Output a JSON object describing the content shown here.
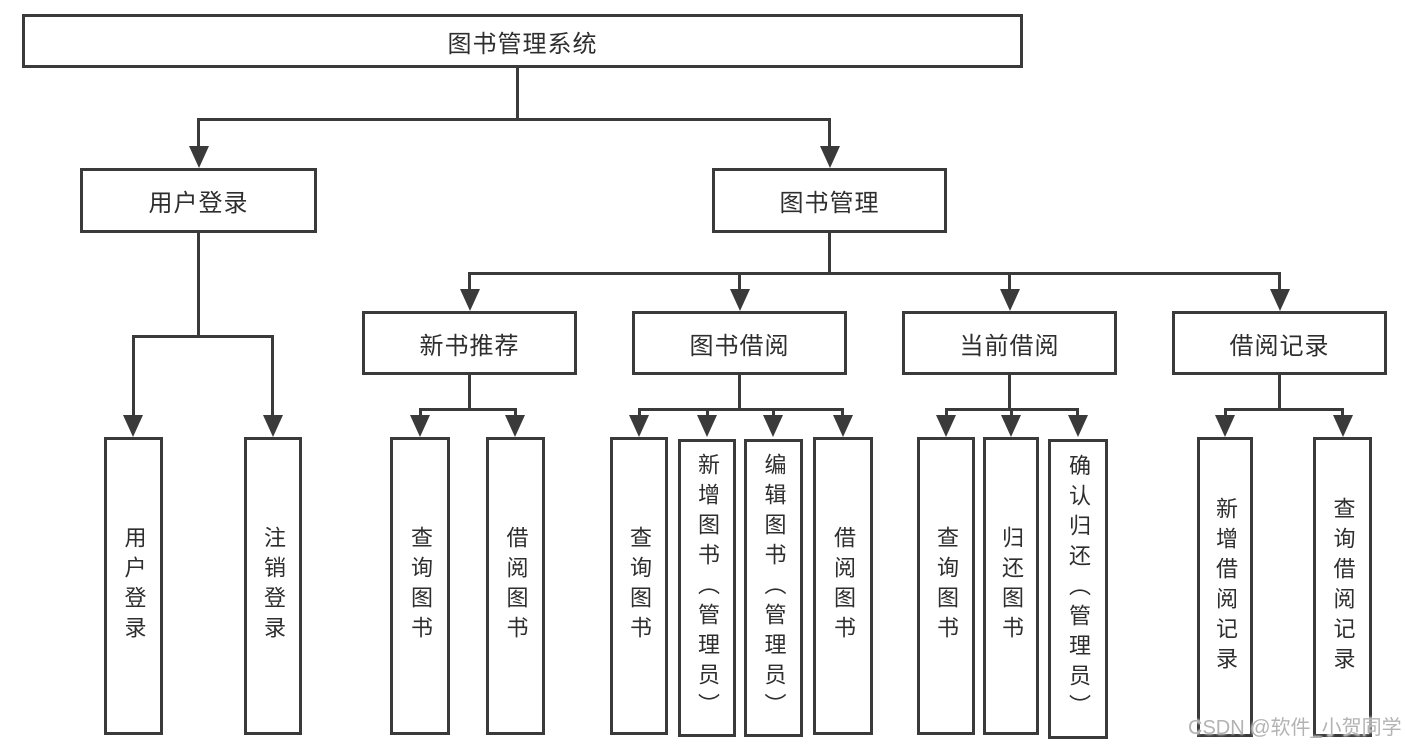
{
  "diagram": {
    "type": "hierarchy-tree",
    "tree": {
      "root": {
        "label": "图书管理系统"
      },
      "branches": [
        {
          "label": "用户登录",
          "leaves": [
            "用户登录",
            "注销登录"
          ]
        },
        {
          "label": "图书管理",
          "groups": [
            {
              "label": "新书推荐",
              "leaves": [
                "查询图书",
                "借阅图书"
              ]
            },
            {
              "label": "图书借阅",
              "leaves": [
                "查询图书",
                "新增图书（管理员）",
                "编辑图书（管理员）",
                "借阅图书"
              ]
            },
            {
              "label": "当前借阅",
              "leaves": [
                "查询图书",
                "归还图书",
                "确认归还（管理员）"
              ]
            },
            {
              "label": "借阅记录",
              "leaves": [
                "新增借阅记录",
                "查询借阅记录"
              ]
            }
          ]
        }
      ]
    },
    "colors": {
      "line": "#3a3a3a",
      "text": "#2e2e2e",
      "box_background": "#ffffff",
      "page_background": "#ffffff",
      "watermark": "#b3b3b3"
    }
  },
  "watermark": {
    "text": "CSDN @软件_小贺同学"
  }
}
